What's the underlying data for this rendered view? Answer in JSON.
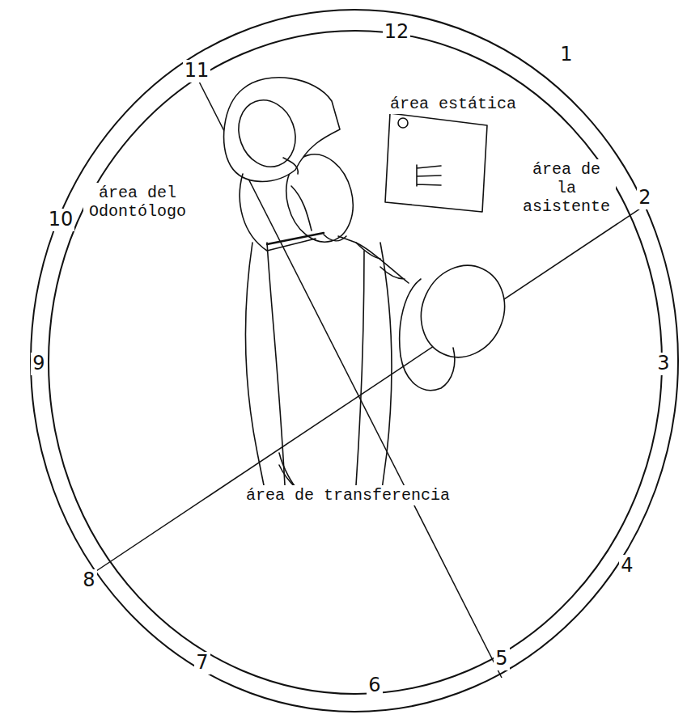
{
  "diagram": {
    "labels": [
      "12",
      "1",
      "2",
      "3",
      "4",
      "5",
      "6",
      "7",
      "8",
      "9",
      "10",
      "11",
      "área estática",
      "área del Odontólogo",
      "área de la asistente",
      "área de transferencia"
    ]
  }
}
